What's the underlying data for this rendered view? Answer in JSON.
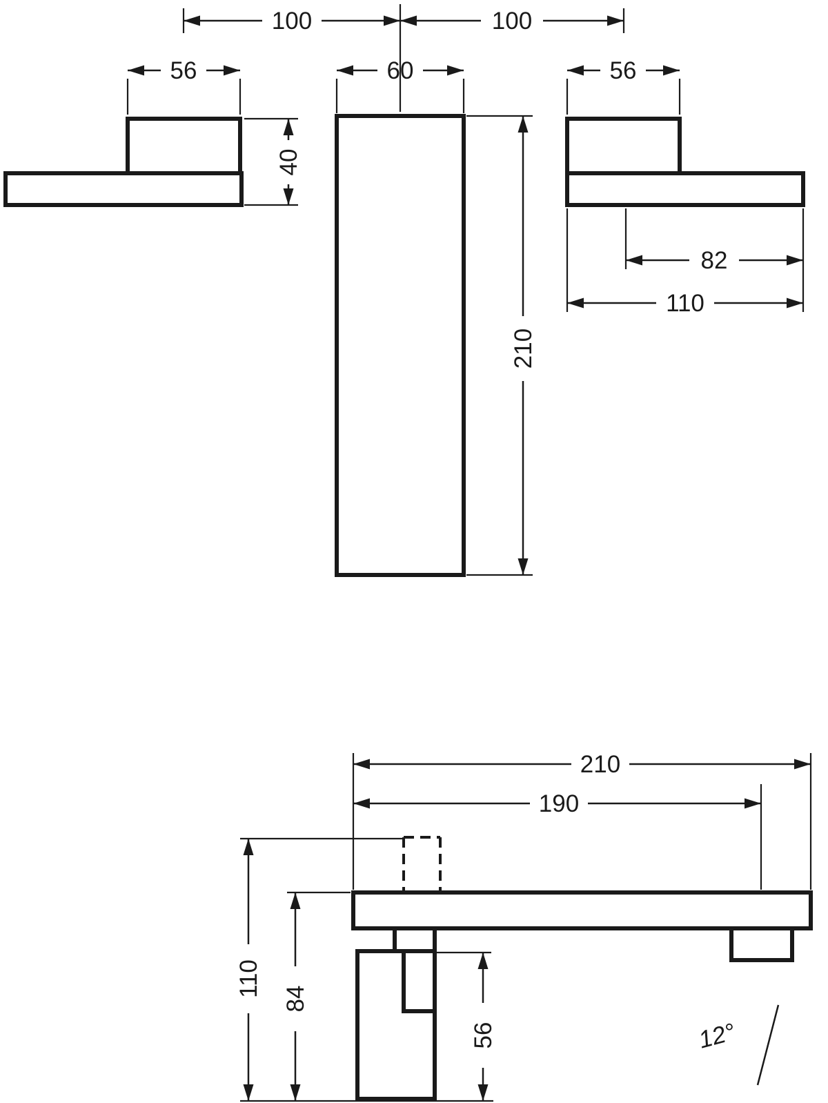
{
  "colors": {
    "line": "#1a1a1a",
    "background": "#ffffff"
  },
  "dims": {
    "front": {
      "hole_spacing_left": "100",
      "hole_spacing_right": "100",
      "left_handle_width": "56",
      "spout_width": "60",
      "right_handle_width": "56",
      "handle_height": "40",
      "spout_height": "210",
      "lever_reach": "82",
      "handle_length": "110"
    },
    "side": {
      "total_depth": "210",
      "spout_reach": "190",
      "total_height": "110",
      "body_height": "84",
      "lower_height": "56",
      "spout_angle": "12°"
    }
  }
}
